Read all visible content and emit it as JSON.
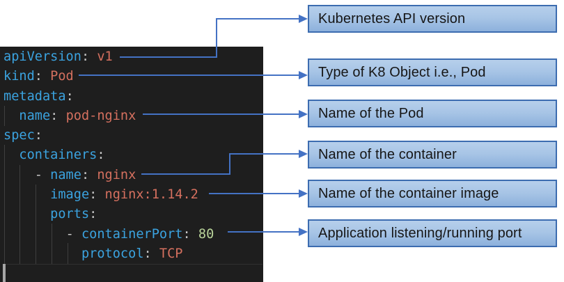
{
  "colors": {
    "editor_bg": "#1e1e1e",
    "key": "#3ba3e0",
    "punct": "#c8c8c8",
    "string": "#d5705f",
    "number": "#b9d49a",
    "connector": "#4472c4",
    "box_border": "#3c6cb0",
    "box_fill_top": "#b6cfeb",
    "box_fill_bottom": "#8db1dc",
    "box_text": "#161616",
    "indent_guide": "#3f3f3f"
  },
  "editor": {
    "language": "yaml",
    "lines": [
      {
        "tokens": [
          {
            "t": "apiVersion",
            "c": "key"
          },
          {
            "t": ": ",
            "c": "punct"
          },
          {
            "t": "v1",
            "c": "string"
          }
        ]
      },
      {
        "tokens": [
          {
            "t": "kind",
            "c": "key"
          },
          {
            "t": ": ",
            "c": "punct"
          },
          {
            "t": "Pod",
            "c": "string"
          }
        ]
      },
      {
        "tokens": [
          {
            "t": "metadata",
            "c": "key"
          },
          {
            "t": ":",
            "c": "punct"
          }
        ]
      },
      {
        "tokens": [
          {
            "t": "  ",
            "c": "plain"
          },
          {
            "t": "name",
            "c": "key"
          },
          {
            "t": ": ",
            "c": "punct"
          },
          {
            "t": "pod-nginx",
            "c": "string"
          }
        ]
      },
      {
        "tokens": [
          {
            "t": "spec",
            "c": "key"
          },
          {
            "t": ":",
            "c": "punct"
          }
        ]
      },
      {
        "tokens": [
          {
            "t": "  ",
            "c": "plain"
          },
          {
            "t": "containers",
            "c": "key"
          },
          {
            "t": ":",
            "c": "punct"
          }
        ]
      },
      {
        "tokens": [
          {
            "t": "    ",
            "c": "plain"
          },
          {
            "t": "- ",
            "c": "punct"
          },
          {
            "t": "name",
            "c": "key"
          },
          {
            "t": ": ",
            "c": "punct"
          },
          {
            "t": "nginx",
            "c": "string"
          }
        ]
      },
      {
        "tokens": [
          {
            "t": "      ",
            "c": "plain"
          },
          {
            "t": "image",
            "c": "key"
          },
          {
            "t": ": ",
            "c": "punct"
          },
          {
            "t": "nginx:1.14.2",
            "c": "string"
          }
        ]
      },
      {
        "tokens": [
          {
            "t": "      ",
            "c": "plain"
          },
          {
            "t": "ports",
            "c": "key"
          },
          {
            "t": ":",
            "c": "punct"
          }
        ]
      },
      {
        "tokens": [
          {
            "t": "        ",
            "c": "plain"
          },
          {
            "t": "- ",
            "c": "punct"
          },
          {
            "t": "containerPort",
            "c": "key"
          },
          {
            "t": ": ",
            "c": "punct"
          },
          {
            "t": "80",
            "c": "number"
          }
        ]
      },
      {
        "tokens": [
          {
            "t": "          ",
            "c": "plain"
          },
          {
            "t": "protocol",
            "c": "key"
          },
          {
            "t": ": ",
            "c": "punct"
          },
          {
            "t": "TCP",
            "c": "string"
          }
        ]
      }
    ]
  },
  "callouts": [
    {
      "label": "Kubernetes API version",
      "annotates": "apiVersion: v1"
    },
    {
      "label": "Type of K8 Object i.e., Pod",
      "annotates": "kind: Pod"
    },
    {
      "label": "Name of the Pod",
      "annotates": "name: pod-nginx"
    },
    {
      "label": "Name of the container",
      "annotates": "- name: nginx"
    },
    {
      "label": "Name of the container image",
      "annotates": "image: nginx:1.14.2"
    },
    {
      "label": "Application listening/running port",
      "annotates": "- containerPort: 80"
    }
  ]
}
